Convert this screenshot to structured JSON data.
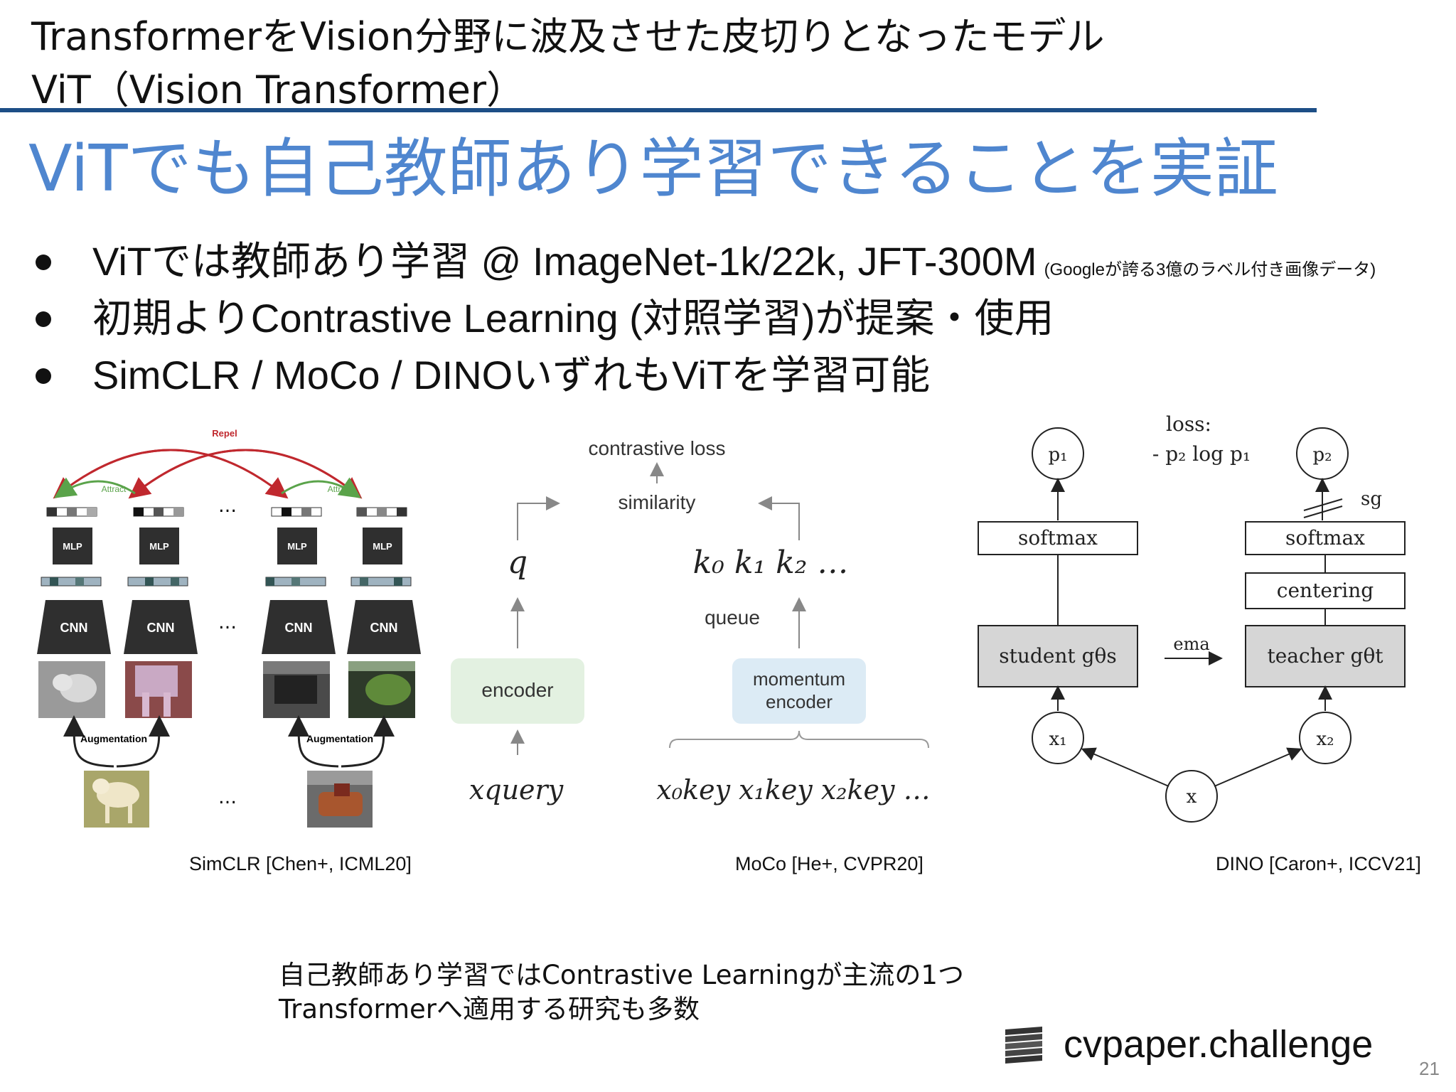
{
  "header": {
    "title_line1": "TransformerをVision分野に波及させた皮切りとなったモデル",
    "title_line2": "ViT（Vision Transformer）"
  },
  "heading": "ViTでも自己教師あり学習できることを実証",
  "bullets": [
    {
      "text": "ViTでは教師あり学習 @ ImageNet-1k/22k, JFT-300M",
      "note": "(Googleが誇る3億のラベル付き画像データ)"
    },
    {
      "text": "初期よりContrastive Learning (対照学習)が提案・使用",
      "note": ""
    },
    {
      "text": "SimCLR / MoCo / DINOいずれもViTを学習可能",
      "note": ""
    }
  ],
  "simclr": {
    "repel": "Repel",
    "attract": "Attract",
    "mlp": "MLP",
    "cnn": "CNN",
    "augmentation": "Augmentation",
    "ellipsis": "…",
    "caption": "SimCLR [Chen+, ICML20]"
  },
  "moco": {
    "contrastive_loss": "contrastive loss",
    "similarity": "similarity",
    "q": "q",
    "keys": "k₀  k₁  k₂  …",
    "queue": "queue",
    "encoder": "encoder",
    "momentum_encoder_line1": "momentum",
    "momentum_encoder_line2": "encoder",
    "x_query": "xquery",
    "x_keys": "x₀key  x₁key  x₂key  …",
    "caption": "MoCo [He+, CVPR20]"
  },
  "dino": {
    "loss_line1": "loss:",
    "loss_line2": "- p₂ log p₁",
    "p1": "p₁",
    "p2": "p₂",
    "sg": "sg",
    "softmax": "softmax",
    "centering": "centering",
    "student": "student gθs",
    "teacher": "teacher gθt",
    "ema": "ema",
    "x1": "x₁",
    "x2": "x₂",
    "x": "x",
    "caption": "DINO [Caron+, ICCV21]"
  },
  "summary": {
    "line1": "自己教師あり学習ではContrastive Learningが主流の1つ",
    "line2": "Transformerへ適用する研究も多数"
  },
  "logo_text": "cvpaper.challenge",
  "page_number": "21",
  "colors": {
    "heading_blue": "#4f86cf",
    "rule_navy": "#1d4e86",
    "repel_red": "#c0282e",
    "attract_green": "#5aa34a",
    "encoder_green": "#e3f1e1",
    "momentum_blue": "#dcebf5",
    "dino_box_gray": "#d6d6d6"
  }
}
